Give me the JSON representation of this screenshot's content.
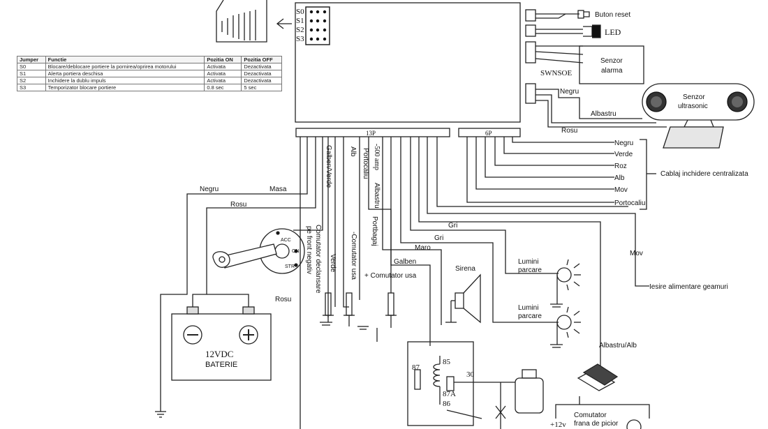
{
  "jumper_table": {
    "headers": [
      "Jumper",
      "Functie",
      "Pozitia ON",
      "Pozitia OFF"
    ],
    "rows": [
      [
        "S0",
        "Blocare/deblocare portiere la pornirea/oprirea motorului",
        "Activata",
        "Dezactivata"
      ],
      [
        "S1",
        "Alerta portiera deschisa",
        "Activata",
        "Dezactivata"
      ],
      [
        "S2",
        "Inchidere la dublu impuls",
        "Activata",
        "Dezactivata"
      ],
      [
        "S3",
        "Temporizator blocare portiere",
        "0.8 sec",
        "5 sec"
      ]
    ]
  },
  "jumpers": [
    "S0",
    "S1",
    "S2",
    "S3"
  ],
  "connectors": {
    "main": "13P",
    "secondary": "6P"
  },
  "right_devices": {
    "reset": "Buton reset",
    "led": "LED",
    "alarm_sensor": [
      "Senzor",
      "alarma"
    ],
    "alarm_code": "SWNSOE",
    "ultrasonic": [
      "Senzor",
      "ultrasonic"
    ],
    "negru": "Negru",
    "albastru": "Albastru",
    "rosu": "Rosu"
  },
  "central_locking": {
    "wires": [
      "Negru",
      "Verde",
      "Roz",
      "Alb",
      "Mov",
      "Portocaliu"
    ],
    "label": "Cablaj inchidere centralizata"
  },
  "wires": {
    "negru": "Negru",
    "masa": "Masa",
    "rosu": "Rosu",
    "rosu2": "Rosu",
    "galben_verde": "Galben/Verde",
    "alb": "Alb",
    "portocaliu": "Portocaliu",
    "amp": "-500 amp",
    "albastru": "Albastru",
    "gri1": "Gri",
    "gri2": "Gri",
    "maro": "Maro",
    "galben": "Galben",
    "mov": "Mov",
    "albastru_alb": "Albastru/Alb"
  },
  "vertical_labels": {
    "comutator_declansare": "Comutator declansare",
    "pe_front": "pe front negativ",
    "verde": "Verde",
    "comutator_usa_neg": "-Comutator usa",
    "portbagaj": "Portbagaj"
  },
  "labels": {
    "comutator_usa_pos": "+ Comutator usa",
    "sirena": "Sirena",
    "lumini1": [
      "Lumini",
      "parcare"
    ],
    "lumini2": [
      "Lumini",
      "parcare"
    ],
    "iesire": "Iesire alimentare geamuri",
    "comutator_frana": [
      "Comutator",
      "frana de picior"
    ],
    "plus12": "+12v"
  },
  "ignition": {
    "acc": "ACC",
    "on": "ON",
    "str": "STR"
  },
  "battery": {
    "voltage": "12VDC",
    "name": "BATERIE"
  },
  "relay": {
    "p85": "85",
    "p87": "87",
    "p87a": "87A",
    "p86": "86",
    "p30": "30"
  }
}
